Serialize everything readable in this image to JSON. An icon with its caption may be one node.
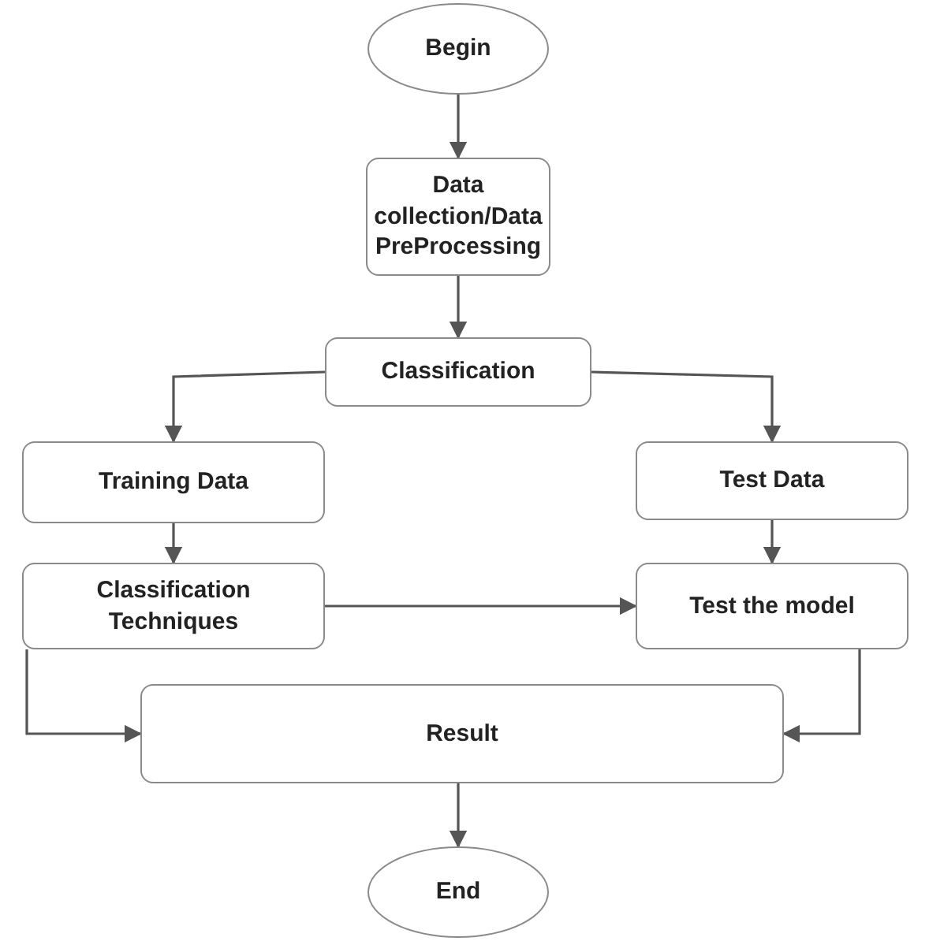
{
  "diagram": {
    "nodes": [
      {
        "text": [
          "Begin"
        ]
      },
      {
        "text": [
          "Data collection/Data PreProcessing"
        ]
      },
      {
        "text": [
          "Classification"
        ]
      },
      {
        "text": [
          "Training Data"
        ]
      },
      {
        "text": [
          "Test Data"
        ]
      },
      {
        "text": [
          "Classification Techniques"
        ]
      },
      {
        "text": [
          "Test the model"
        ]
      },
      {
        "text": [
          "Result"
        ]
      },
      {
        "text": [
          "End"
        ]
      }
    ],
    "edges": [
      {
        "from": 0,
        "to": 1,
        "arrow": "to"
      },
      {
        "from": 1,
        "to": 2,
        "arrow": "to"
      },
      {
        "from": 2,
        "to": 3,
        "arrow": "to"
      },
      {
        "from": 2,
        "to": 4,
        "arrow": "to"
      },
      {
        "from": 3,
        "to": 5,
        "arrow": "to"
      },
      {
        "from": 4,
        "to": 6,
        "arrow": "to"
      },
      {
        "from": 5,
        "to": 6,
        "arrow": "to"
      },
      {
        "from": 5,
        "to": 7,
        "arrow": "to"
      },
      {
        "from": 6,
        "to": 7,
        "arrow": "to"
      },
      {
        "from": 7,
        "to": 8,
        "arrow": "to"
      }
    ]
  }
}
